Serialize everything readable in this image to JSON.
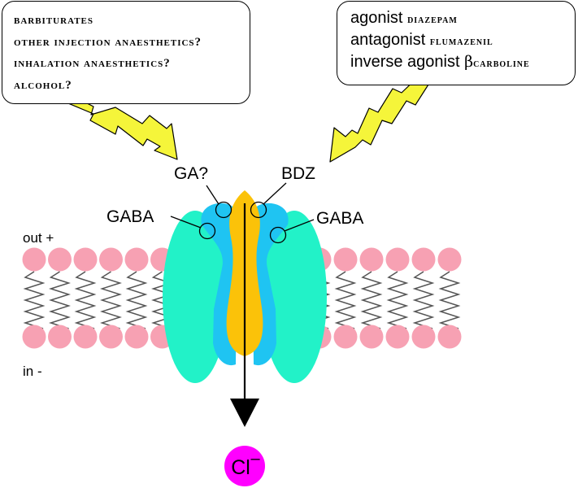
{
  "left_box": {
    "lines": [
      "barbiturates",
      "other injection anaesthetics?",
      "inhalation anaesthetics?",
      "alcohol?"
    ]
  },
  "right_box": {
    "lines": [
      {
        "role": "agonist",
        "drug": "diazepam"
      },
      {
        "role": "antagonist",
        "drug": "flumazenil"
      },
      {
        "role": "inverse agonist",
        "greek": "β",
        "drug": "carboline"
      }
    ]
  },
  "site_labels": {
    "ga": "GA?",
    "bdz": "BDZ",
    "gaba_left": "GABA",
    "gaba_right": "GABA"
  },
  "membrane": {
    "outside": "out +",
    "inside": "in -"
  },
  "ion": {
    "symbol": "Cl",
    "charge": "–"
  },
  "colors": {
    "lipid_head": "#F7A1B3",
    "channel_outer": "#22F2C8",
    "channel_mid": "#1FC4F2",
    "pore": "#FBC209",
    "ion": "#FF00FF",
    "lightning": "#F5F53A"
  }
}
